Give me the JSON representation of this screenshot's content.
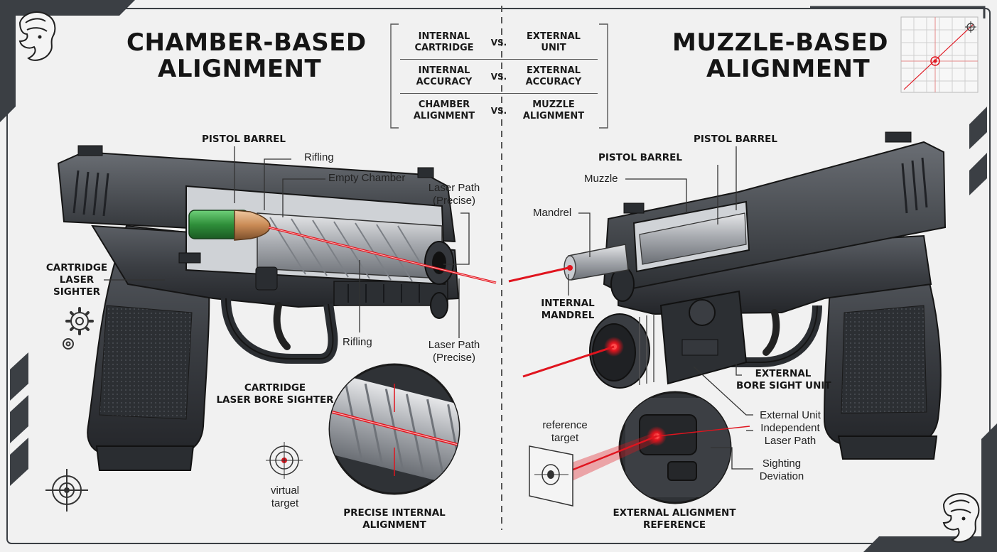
{
  "left_panel": {
    "title_line1": "CHAMBER-BASED",
    "title_line2": "ALIGNMENT",
    "labels": {
      "pistol_barrel": "PISTOL BARREL",
      "rifling_top": "Rifling",
      "empty_chamber": "Empty Chamber",
      "laser_path_top_1": "Laser Path",
      "laser_path_top_2": "(Precise)",
      "cartridge_laser_sighter_1": "CARTRIDGE",
      "cartridge_laser_sighter_2": "LASER",
      "cartridge_laser_sighter_3": "SIGHTER",
      "rifling_bottom": "Rifling",
      "laser_path_bottom_1": "Laser Path",
      "laser_path_bottom_2": "(Precise)",
      "cartridge_bore_sighter_1": "CARTRIDGE",
      "cartridge_bore_sighter_2": "LASER BORE SIGHTER",
      "virtual_target_1": "virtual",
      "virtual_target_2": "target",
      "precise_internal_1": "PRECISE INTERNAL",
      "precise_internal_2": "ALIGNMENT"
    }
  },
  "comparison": {
    "rows": [
      {
        "left1": "INTERNAL",
        "left2": "CARTRIDGE",
        "vs": "VS.",
        "right1": "EXTERNAL",
        "right2": "UNIT"
      },
      {
        "left1": "INTERNAL",
        "left2": "ACCURACY",
        "vs": "VS.",
        "right1": "EXTERNAL",
        "right2": "ACCURACY"
      },
      {
        "left1": "CHAMBER",
        "left2": "ALIGNMENT",
        "vs": "VS.",
        "right1": "MUZZLE",
        "right2": "ALIGNMENT"
      }
    ]
  },
  "right_panel": {
    "title_line1": "MUZZLE-BASED",
    "title_line2": "ALIGNMENT",
    "labels": {
      "pistol_barrel_top": "PISTOL BARREL",
      "pistol_barrel_2": "PISTOL BARREL",
      "muzzle": "Muzzle",
      "mandrel": "Mandrel",
      "internal_mandrel_1": "INTERNAL",
      "internal_mandrel_2": "MANDREL",
      "external_bore_1": "EXTERNAL",
      "external_bore_2": "BORE SIGHT UNIT",
      "reference_target_1": "reference",
      "reference_target_2": "target",
      "external_unit_1": "External Unit",
      "external_unit_2": "Independent",
      "external_unit_3": "Laser Path",
      "sighting_1": "Sighting",
      "sighting_2": "Deviation",
      "external_alignment_1": "EXTERNAL ALIGNMENT",
      "external_alignment_2": "REFERENCE"
    }
  },
  "colors": {
    "background": "#f1f1f1",
    "frame_dark": "#3b3f44",
    "gun_body": "#3a3d42",
    "laser": "#e0141e",
    "cartridge_green": "#2f8f3a",
    "brass": "#c98a55"
  },
  "icons": [
    "lion-logo-icon",
    "gear-icon",
    "crosshair-target-icon",
    "grid-target-icon"
  ]
}
